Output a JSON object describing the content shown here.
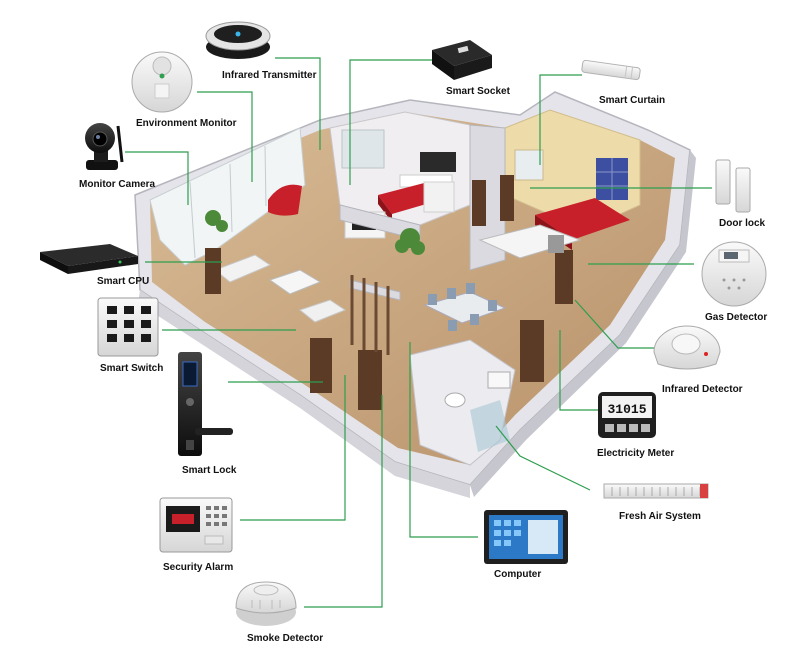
{
  "labels": {
    "infrared_transmitter": "Infrared Transmitter",
    "smart_socket": "Smart Socket",
    "smart_curtain": "Smart Curtain",
    "environment_monitor": "Environment Monitor",
    "monitor_camera": "Monitor Camera",
    "door_lock": "Door lock",
    "smart_cpu": "Smart CPU",
    "gas_detector": "Gas Detector",
    "smart_switch": "Smart Switch",
    "infrared_detector": "Infrared Detector",
    "electricity_meter": "Electricity Meter",
    "smart_lock": "Smart Lock",
    "fresh_air_system": "Fresh Air System",
    "security_alarm": "Security Alarm",
    "computer": "Computer",
    "smoke_detector": "Smoke Detector"
  },
  "meter_display": "31015",
  "colors": {
    "connector": "#2e9e4f",
    "sofa_red": "#c8202a",
    "wall": "#e9e9ee",
    "floor": "#caa57c"
  }
}
